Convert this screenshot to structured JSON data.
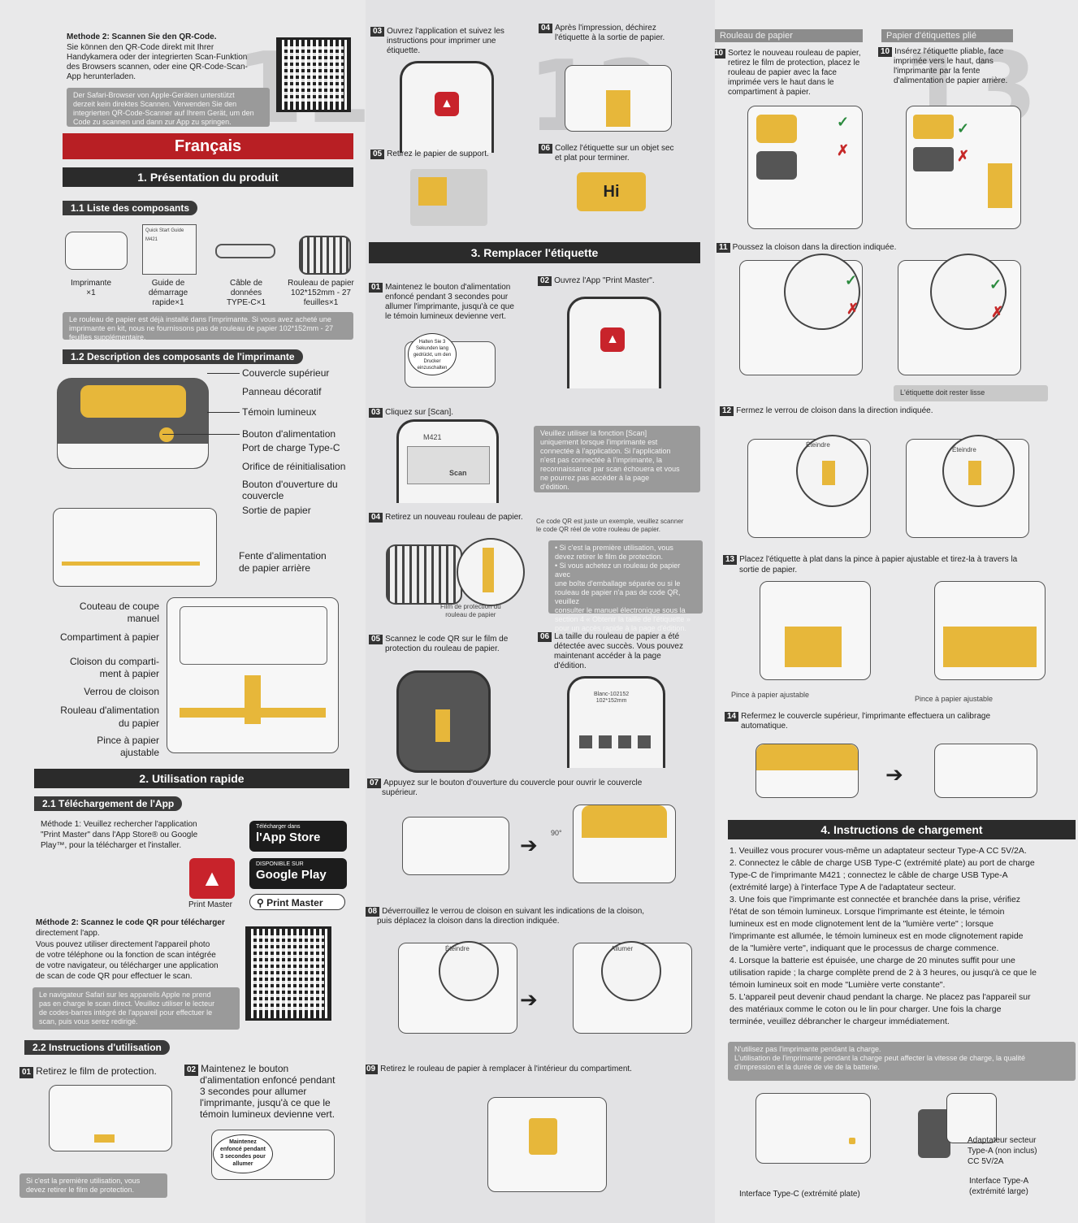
{
  "p1": {
    "de_method2_title": "Methode 2: Scannen Sie den QR-Code.",
    "de_method2_text": [
      "Sie können den QR-Code direkt mit Ihrer",
      "Handykamera oder der integrierten Scan-Funktion",
      "des Browsers scannen, oder eine QR-Code-Scan-",
      "App herunterladen."
    ],
    "de_note": [
      "Der Safari-Browser von Apple-Geräten unterstützt",
      "derzeit kein direktes Scannen. Verwenden Sie den",
      "integrierten QR-Code-Scanner auf Ihrem Gerät, um den",
      "Code zu scannen und dann zur App zu springen."
    ],
    "language": "Français",
    "sec1": "1. Présentation du produit",
    "sec11": "1.1 Liste des composants",
    "components": [
      {
        "label": [
          "Imprimante",
          "×1"
        ]
      },
      {
        "label": [
          "Guide de",
          "démarrage",
          "rapide×1"
        ]
      },
      {
        "label": [
          "Câble de",
          "données",
          "TYPE-C×1"
        ]
      },
      {
        "label": [
          "Rouleau de papier",
          "102*152mm - 27",
          "feuilles×1"
        ]
      }
    ],
    "guide_cover": [
      "Quick Start Guide",
      "M421"
    ],
    "comp_note": [
      "Le rouleau de papier est déjà installé dans l'imprimante. Si vous avez acheté une",
      "imprimante en kit, nous ne fournissons pas de rouleau de papier 102*152mm - 27",
      "feuilles supplémentaire."
    ],
    "sec12": "1.2 Description des composants de l'imprimante",
    "parts_top": [
      "Couvercle supérieur",
      "Panneau décoratif",
      "Témoin lumineux",
      "Bouton d'alimentation",
      "Port de charge Type-C",
      "Orifice de réinitialisation",
      "Bouton d'ouverture du",
      "couvercle",
      "Sortie de papier"
    ],
    "parts_back": [
      "Fente d'alimentation",
      "de papier arrière"
    ],
    "parts_inside": [
      "Couteau de coupe",
      "manuel",
      "Compartiment à papier",
      "Cloison du comparti-",
      "ment à papier",
      "Verrou de cloison",
      "Rouleau d'alimentation",
      "du papier",
      "Pince à papier",
      "ajustable"
    ],
    "sec2": "2. Utilisation rapide",
    "sec21": "2.1 Téléchargement de l'App",
    "method1": [
      "Méthode 1: Veuillez rechercher l'application",
      "\"Print Master\" dans l'App Store® ou Google",
      "Play™, pour la télécharger et l'installer."
    ],
    "appstore_small": "Télécharger dans",
    "appstore": "l'App Store",
    "gplay_small": "DISPONIBLE SUR",
    "gplay": "Google Play",
    "app_name": "Print Master",
    "search_text": "Print Master",
    "method2": [
      "Méthode 2: Scannez le code QR pour télécharger",
      "directement l'app.",
      "Vous pouvez utiliser directement l'appareil photo",
      "de votre téléphone ou la fonction de scan intégrée",
      "de votre navigateur, ou télécharger une application",
      "de scan de code QR pour effectuer le scan."
    ],
    "fr_note": [
      "Le navigateur Safari sur les appareils Apple ne prend",
      "pas en charge le scan direct. Veuillez utiliser le lecteur",
      "de codes-barres intégré de l'appareil pour effectuer le",
      "scan, puis vous serez redirigé."
    ],
    "sec22": "2.2 Instructions d'utilisation",
    "step1": "Retirez le film de protection.",
    "step2": [
      "Maintenez le bouton",
      "d'alimentation enfoncé pendant",
      "3 secondes pour allumer",
      "l'imprimante, jusqu'à ce que le",
      "témoin lumineux devienne vert."
    ],
    "step2_bubble": [
      "Maintenez",
      "enfoncé pendant",
      "3 secondes pour",
      "allumer"
    ],
    "step1_note": [
      "Si c'est la première utilisation, vous",
      "devez retirer le film de protection."
    ]
  },
  "p2": {
    "s03": [
      "Ouvrez l'application et suivez les",
      "instructions pour imprimer une",
      "étiquette."
    ],
    "s04": [
      "Après l'impression, déchirez",
      "l'étiquette à la sortie de papier."
    ],
    "s05": "Retirez le papier de support.",
    "s06": [
      "Collez l'étiquette sur un objet sec",
      "et plat pour terminer."
    ],
    "hi": "Hi",
    "sec3": "3. Remplacer l'étiquette",
    "r01": [
      "Maintenez le bouton d'alimentation",
      "enfoncé pendant 3 secondes pour",
      "allumer l'imprimante, jusqu'à ce que",
      "le témoin lumineux devienne vert."
    ],
    "r01_bubble": [
      "Halten Sie 3",
      "Sekunden lang",
      "gedrückt, um den",
      "Drucker",
      "einzuschalten"
    ],
    "r02": "Ouvrez l'App \"Print Master\".",
    "r03": "Cliquez sur [Scan].",
    "scan_device": "M421",
    "scan_label": "Scan",
    "r03_note": [
      "Veuillez utiliser la fonction [Scan]",
      "uniquement lorsque l'imprimante est",
      "connectée à l'application. Si l'application",
      "n'est pas connectée à l'imprimante, la",
      "reconnaissance par scan échouera et vous",
      "ne pourrez pas accéder à la page",
      "d'édition."
    ],
    "r04": "Retirez un nouveau rouleau de papier.",
    "r04_qr": [
      "Ce code QR est juste un exemple, veuillez scanner",
      "le code QR réel de votre rouleau de papier."
    ],
    "r04_film": [
      "Film de protection du",
      "rouleau de papier"
    ],
    "r04_note": [
      "• Si c'est la première utilisation, vous",
      "devez retirer le film de protection.",
      "• Si vous achetez un rouleau de papier avec",
      "une boîte d'emballage séparée ou si le",
      "rouleau de papier n'a pas de code QR, veuillez",
      "consulter le manuel électronique sous la",
      "section 4 « Obtenir la taille de l'étiquette »",
      "pour un accès rapide à la page d'édition."
    ],
    "r05": [
      "Scannez le code QR sur le film de",
      "protection du rouleau de papier."
    ],
    "r06": [
      "La taille du rouleau de papier a été",
      "détectée avec succès. Vous pouvez",
      "maintenant accéder à la page",
      "d'édition."
    ],
    "r06_screen": [
      "Blanc-102152",
      "102*152mm"
    ],
    "r07": [
      "Appuyez sur le bouton d'ouverture du couvercle pour ouvrir le couvercle",
      "supérieur."
    ],
    "angle": "90°",
    "r08": [
      "Déverrouillez le verrou de cloison en suivant les indications de la cloison,",
      "puis déplacez la cloison dans la direction indiquée."
    ],
    "eteindre": "Éteindre",
    "allumer": "Allumer",
    "r09": "Retirez le rouleau de papier à remplacer à l'intérieur du compartiment.",
    "big": "12"
  },
  "p3": {
    "hdr_left": "Rouleau de papier",
    "hdr_right": "Papier d'étiquettes plié",
    "s10a": [
      "Sortez le nouveau rouleau de papier,",
      "retirez le film de protection, placez le",
      "rouleau de papier avec la face",
      "imprimée vers le haut dans le",
      "compartiment à papier."
    ],
    "s10b": [
      "Insérez l'étiquette pliable, face",
      "imprimée vers le haut, dans",
      "l'imprimante par la fente",
      "d'alimentation de papier arrière."
    ],
    "s11": "Poussez la cloison dans la direction indiquée.",
    "s11_note": "L'étiquette doit rester lisse",
    "s12": "Fermez le verrou de cloison dans la direction indiquée.",
    "eteindre": "Éteindre",
    "s13": [
      "Placez l'étiquette à plat dans la pince à papier ajustable et tirez-la à travers la",
      "sortie de papier."
    ],
    "pince": "Pince à papier ajustable",
    "s14": [
      "Refermez le couvercle supérieur, l'imprimante effectuera un calibrage",
      "automatique."
    ],
    "sec4": "4. Instructions de chargement",
    "charge": [
      "1. Veuillez vous procurer vous-même un adaptateur secteur Type-A CC 5V/2A.",
      "2. Connectez le câble de charge USB Type-C (extrémité plate) au port de charge",
      "Type-C de l'imprimante M421 ; connectez le câble de charge USB Type-A",
      "(extrémité large) à l'interface Type A de l'adaptateur secteur.",
      "3. Une fois que l'imprimante est connectée et branchée dans la prise, vérifiez",
      "l'état de son témoin lumineux. Lorsque l'imprimante est éteinte, le témoin",
      "lumineux est en mode clignotement lent de la \"lumière verte\" ; lorsque",
      "l'imprimante est allumée, le témoin lumineux est en mode clignotement rapide",
      "de la \"lumière verte\", indiquant que le processus de charge commence.",
      "4. Lorsque la batterie est épuisée, une charge de 20 minutes suffit pour une",
      "utilisation rapide ; la charge complète prend de 2 à 3 heures, ou jusqu'à ce que le",
      "témoin lumineux soit en mode \"Lumière verte constante\".",
      "5. L'appareil peut devenir chaud pendant la charge. Ne placez pas l'appareil sur",
      "des matériaux comme le coton ou le lin pour charger. Une fois la charge",
      "terminée, veuillez débrancher le chargeur immédiatement."
    ],
    "charge_note": [
      "N'utilisez pas l'imprimante pendant la charge.",
      "L'utilisation de l'imprimante pendant la charge peut affecter la vitesse de charge, la qualité",
      "d'impression et la durée de vie de la batterie."
    ],
    "adapter": [
      "Adaptateur secteur",
      "Type-A (non inclus)",
      "CC 5V/2A"
    ],
    "iface_a": [
      "Interface Type-A",
      "(extrémité large)"
    ],
    "iface_c": "Interface Type-C (extrémité plate)",
    "big": "13"
  }
}
